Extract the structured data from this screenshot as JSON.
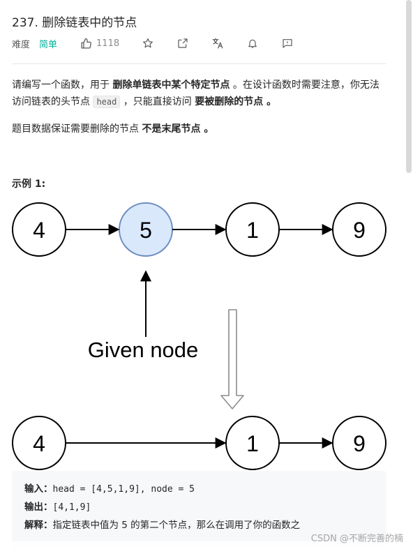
{
  "problem": {
    "title": "237. 删除链表中的节点",
    "difficulty_label": "难度",
    "difficulty": "简单",
    "likes": "1118"
  },
  "icons": {
    "like": "thumbs-up-icon",
    "star": "star-icon",
    "share": "share-icon",
    "translate": "translate-icon",
    "bell": "bell-icon",
    "feedback": "feedback-icon"
  },
  "desc": {
    "p1_a": "请编写一个函数，用于 ",
    "p1_b": "删除单链表中某个特定节点",
    "p1_c": " 。在设计函数时需要注意，你无法访问链表的头节点 ",
    "p1_code": "head",
    "p1_d": " ，只能直接访问 ",
    "p1_e": "要被删除的节点",
    "p1_f": " 。",
    "p2_a": "题目数据保证需要删除的节点 ",
    "p2_b": "不是末尾节点",
    "p2_c": " 。"
  },
  "example": {
    "title": "示例 1:",
    "top_nodes": [
      "4",
      "5",
      "1",
      "9"
    ],
    "bottom_nodes": [
      "4",
      "1",
      "9"
    ],
    "given_label": "Given node",
    "input_label": "输入：",
    "input_value": "head = [4,5,1,9], node = 5",
    "output_label": "输出：",
    "output_value": "[4,1,9]",
    "explain_label": "解释：",
    "explain_value": "指定链表中值为 5 的第二个节点，那么在调用了你的函数之"
  },
  "watermark": "CSDN @不断完善的楠",
  "colors": {
    "accent_easy": "#00af9b",
    "highlight_node_fill": "#dae8fc",
    "highlight_node_stroke": "#6c8ebf"
  }
}
